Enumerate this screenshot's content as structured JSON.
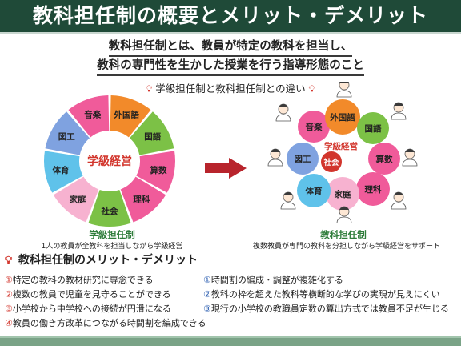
{
  "header": {
    "title": "教科担任制の概要とメリット・デメリット"
  },
  "definition": {
    "line1": "教科担任制とは、教員が特定の教科を担当し、",
    "line2": "教科の専門性を生かした授業を行う指導形態のこと"
  },
  "comparison": {
    "heading": "学級担任制と教科担任制との違い"
  },
  "left_diagram": {
    "center_label": "学級経営",
    "segments": [
      {
        "label": "外国語",
        "color": "#f28a2a"
      },
      {
        "label": "国語",
        "color": "#7cc146"
      },
      {
        "label": "算数",
        "color": "#f05b9a"
      },
      {
        "label": "理科",
        "color": "#f05b9a"
      },
      {
        "label": "社会",
        "color": "#7cc146"
      },
      {
        "label": "家庭",
        "color": "#f7b2d0"
      },
      {
        "label": "体育",
        "color": "#5fc2ea"
      },
      {
        "label": "図工",
        "color": "#7fa2e0"
      },
      {
        "label": "音楽",
        "color": "#f05b9a"
      }
    ],
    "title": "学級担任制",
    "caption": "1人の教員が全教科を担当しながら学級経営"
  },
  "right_diagram": {
    "center_label": "学級経営",
    "subjects": [
      {
        "label": "音楽",
        "color": "#f05b9a"
      },
      {
        "label": "外国語",
        "color": "#f28a2a"
      },
      {
        "label": "国語",
        "color": "#7cc146"
      },
      {
        "label": "算数",
        "color": "#f05b9a"
      },
      {
        "label": "理科",
        "color": "#f05b9a"
      },
      {
        "label": "家庭",
        "color": "#f7b2d0"
      },
      {
        "label": "体育",
        "color": "#5fc2ea"
      },
      {
        "label": "図工",
        "color": "#7fa2e0"
      },
      {
        "label": "社会",
        "color": "#d2352c"
      }
    ],
    "title": "教科担任制",
    "caption": "複数教員が専門の教科を分担しながら学級経営をサポート"
  },
  "merits_demerits": {
    "heading": "教科担任制のメリット・デメリット",
    "merits": [
      {
        "num": "①",
        "text": "特定の教科の教材研究に専念できる"
      },
      {
        "num": "②",
        "text": "複数の教員で児童を見守ることができる"
      },
      {
        "num": "③",
        "text": "小学校から中学校への接続が円滑になる"
      },
      {
        "num": "④",
        "text": "教員の働き方改革につながる時間割を編成できる"
      }
    ],
    "demerits": [
      {
        "num": "①",
        "text": "時間割の編成・調整が複雑化する"
      },
      {
        "num": "②",
        "text": "教科の枠を超えた教科等横断的な学びの実現が見えにくい"
      },
      {
        "num": "③",
        "text": "現行の小学校の教職員定数の算出方式では教員不足が生じる"
      }
    ]
  }
}
